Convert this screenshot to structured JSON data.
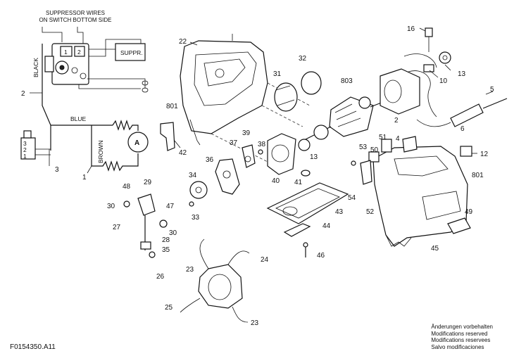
{
  "header": {
    "line1": "SUPPRESSOR WIRES",
    "line2": "ON SWITCH BOTTOM SIDE"
  },
  "wiring": {
    "suppr_box": "SUPPR.",
    "black": "BLACK",
    "blue": "BLUE",
    "brown": "BROWN",
    "ammeter": "A",
    "switch_pins": [
      "1",
      "2"
    ],
    "terminal_pins": [
      "3",
      "2",
      "1"
    ]
  },
  "part_labels": [
    "1",
    "2",
    "3",
    "5",
    "6",
    "10",
    "12",
    "13",
    "13",
    "16",
    "22",
    "23",
    "23",
    "24",
    "25",
    "26",
    "27",
    "28",
    "29",
    "30",
    "30",
    "31",
    "32",
    "33",
    "34",
    "35",
    "36",
    "37",
    "38",
    "39",
    "40",
    "41",
    "42",
    "43",
    "44",
    "45",
    "46",
    "47",
    "48",
    "49",
    "50",
    "51",
    "52",
    "53",
    "54",
    "801",
    "801",
    "803",
    "2",
    "4"
  ],
  "footer": {
    "code": "F0154350.A11",
    "notes": [
      "Änderungen vorbehalten",
      "Modifications reserved",
      "Modifications reservees",
      "Salvo modificaciones"
    ]
  }
}
